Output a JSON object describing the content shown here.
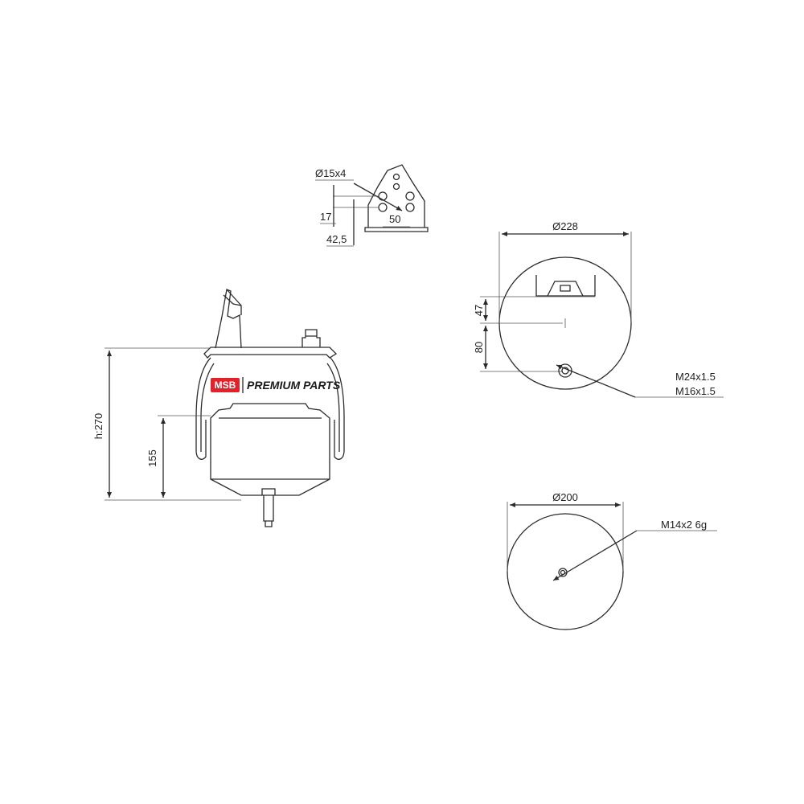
{
  "logo": {
    "badge": "MSB",
    "name": "PREMIUM PARTS",
    "badge_color": "#e0232b"
  },
  "side_view": {
    "height_label": "h:270",
    "lower_height_label": "155"
  },
  "bracket_view": {
    "hole_label": "Ø15x4",
    "offset_a": "17",
    "offset_b": "42,5",
    "spacing": "50"
  },
  "top_view": {
    "diameter": "Ø228",
    "dim_upper": "47",
    "dim_lower": "80",
    "thread_1": "M24x1.5",
    "thread_2": "M16x1.5"
  },
  "bottom_view": {
    "diameter": "Ø200",
    "thread": "M14x2 6g"
  }
}
